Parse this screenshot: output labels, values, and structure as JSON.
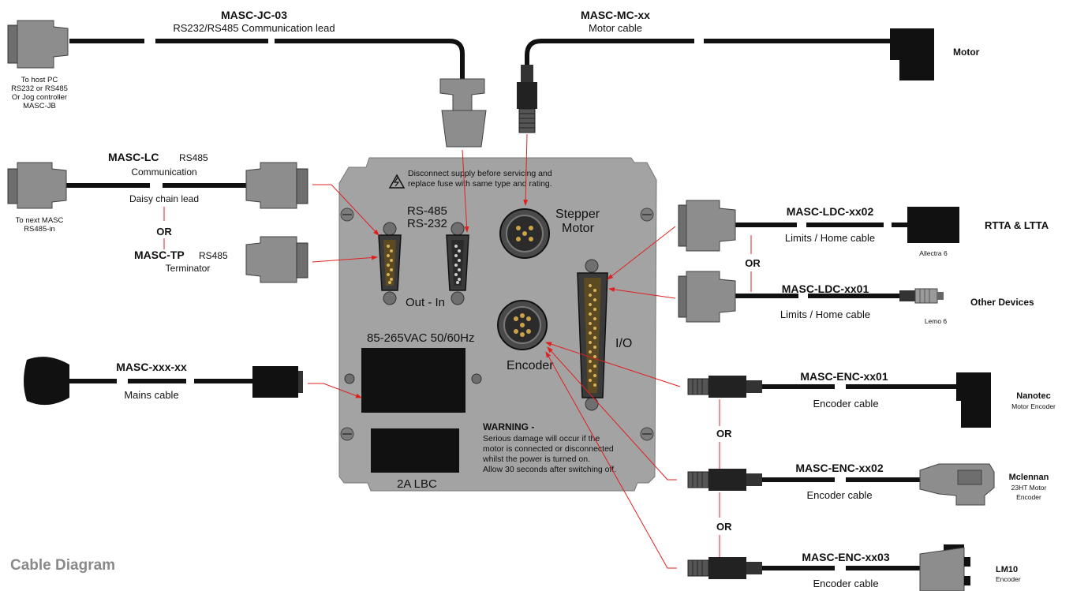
{
  "cables": {
    "jc03": {
      "code": "MASC-JC-03",
      "desc": "RS232/RS485 Communication lead"
    },
    "mc": {
      "code": "MASC-MC-xx",
      "desc": "Motor cable",
      "end": "Motor"
    },
    "host_note": [
      "To host PC",
      "RS232 or RS485",
      "Or Jog controller",
      "MASC-JB"
    ],
    "lc": {
      "code": "MASC-LC",
      "suffix": "RS485",
      "desc1": "Communication",
      "desc2": "Daisy chain lead",
      "end_note": [
        "To next MASC",
        "RS485-in"
      ]
    },
    "or_left": "OR",
    "tp": {
      "code": "MASC-TP",
      "suffix": "RS485",
      "desc": "Terminator"
    },
    "mains": {
      "code": "MASC-xxx-xx",
      "desc": "Mains cable"
    },
    "ldc02": {
      "code": "MASC-LDC-xx02",
      "desc": "Limits / Home cable",
      "end": "RTTA & LTTA",
      "connector": "Allectra 6"
    },
    "or_ldc": "OR",
    "ldc01": {
      "code": "MASC-LDC-xx01",
      "desc": "Limits / Home cable",
      "end": "Other Devices",
      "connector": "Lemo 6"
    },
    "enc01": {
      "code": "MASC-ENC-xx01",
      "desc": "Encoder cable",
      "end": "Nanotec",
      "end2": "Motor Encoder"
    },
    "or_enc1": "OR",
    "enc02": {
      "code": "MASC-ENC-xx02",
      "desc": "Encoder cable",
      "end": "Mclennan",
      "end2": "23HT Motor",
      "end3": "Encoder"
    },
    "or_enc2": "OR",
    "enc03": {
      "code": "MASC-ENC-xx03",
      "desc": "Encoder cable",
      "end": "LM10",
      "end2": "Encoder"
    }
  },
  "panel": {
    "warning_top1": "Disconnect supply before servicing and",
    "warning_top2": "replace fuse with same type and rating.",
    "rs485": "RS-485",
    "rs232": "RS-232",
    "stepper1": "Stepper",
    "stepper2": "Motor",
    "out_in": "Out  -  In",
    "power": "85-265VAC 50/60Hz",
    "encoder": "Encoder",
    "io": "I/O",
    "fuse": "2A LBC",
    "warning_title": "WARNING -",
    "warning_lines": [
      "Serious damage will occur if the",
      "motor is connected or disconnected",
      "whilst the power is turned on.",
      "Allow 30 seconds after switching off."
    ]
  },
  "footer": "Cable Diagram",
  "colors": {
    "panel": "#a3a3a3",
    "cable": "#111111",
    "connector": "#8d8d8d",
    "arrow": "#e02020"
  }
}
